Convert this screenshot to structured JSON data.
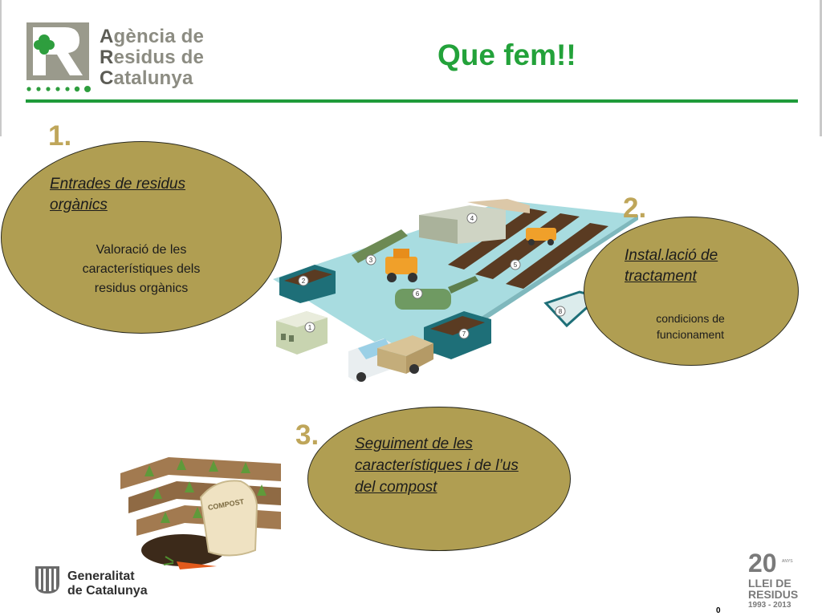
{
  "logo": {
    "line1_initial": "A",
    "line1_rest": "gència de",
    "line2_initial": "R",
    "line2_rest": "esidus de",
    "line3_initial": "C",
    "line3_rest": "atalunya"
  },
  "title": "Que fem!!",
  "steps": [
    {
      "number": "1.",
      "title": "Entrades de residus orgànics",
      "subtitle": "Valoració de les característiques dels residus orgànics"
    },
    {
      "number": "2.",
      "title": "Instal.lació de tractament",
      "subtitle": "condicions de funcionament"
    },
    {
      "number": "3.",
      "title": "Seguiment de les característiques i de l’us del compost",
      "subtitle": ""
    }
  ],
  "plant_labels": [
    "1",
    "2",
    "3",
    "4",
    "5",
    "6",
    "7",
    "8"
  ],
  "compost_label": "COMPOST",
  "footer": {
    "generalitat_line1": "Generalitat",
    "generalitat_line2": "de Catalunya",
    "anniv_number": "20",
    "anniv_small": "ANYS",
    "llei_line1": "LLEI DE",
    "llei_line2": "RESIDUS",
    "llei_years": "1993 - 2013",
    "page_number": "0"
  },
  "colors": {
    "title_green": "#23a23a",
    "rule_green": "#1f9b3a",
    "ellipse_fill": "#b09e52",
    "number_gold": "#bfa65a",
    "plant_floor": "#a8dce0"
  }
}
